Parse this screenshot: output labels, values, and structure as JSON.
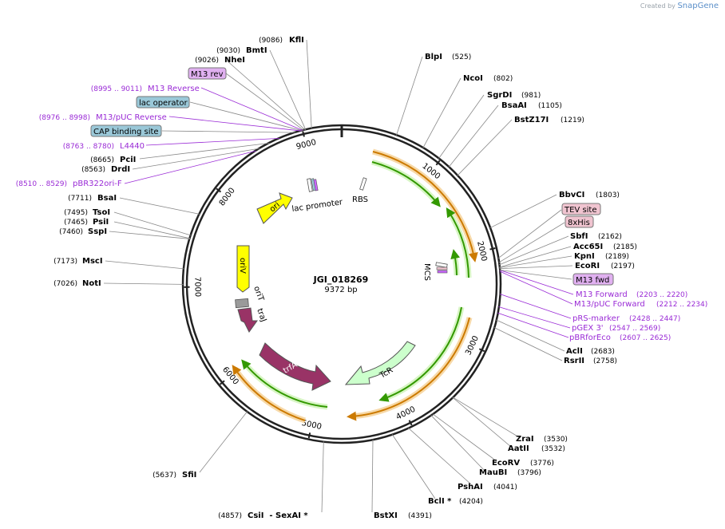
{
  "branding": {
    "created_by": "Created by",
    "app": "SnapGene"
  },
  "plasmid": {
    "name": "JGI_018269",
    "size_label": "9372 bp",
    "length": 9372
  },
  "ruler_ticks": [
    "1000",
    "2000",
    "3000",
    "4000",
    "5000",
    "6000",
    "7000",
    "8000",
    "9000"
  ],
  "enzymes": [
    {
      "name": "KflI",
      "pos": "(9086)"
    },
    {
      "name": "BmtI",
      "pos": "(9030)"
    },
    {
      "name": "NheI",
      "pos": "(9026)"
    },
    {
      "name": "PciI",
      "pos": "(8665)"
    },
    {
      "name": "DrdI",
      "pos": "(8563)"
    },
    {
      "name": "BsaI",
      "pos": "(7711)"
    },
    {
      "name": "TsoI",
      "pos": "(7495)"
    },
    {
      "name": "PsiI",
      "pos": "(7465)"
    },
    {
      "name": "SspI",
      "pos": "(7460)"
    },
    {
      "name": "MscI",
      "pos": "(7173)"
    },
    {
      "name": "NotI",
      "pos": "(7026)"
    },
    {
      "name": "SfiI",
      "pos": "(5637)"
    },
    {
      "name": "CsiI  - SexAI *",
      "pos": "(4857)"
    },
    {
      "name": "BstXI",
      "pos": "(4391)"
    },
    {
      "name": "BclI *",
      "pos": "(4204)"
    },
    {
      "name": "PshAI",
      "pos": "(4041)"
    },
    {
      "name": "MauBI",
      "pos": "(3796)"
    },
    {
      "name": "EcoRV",
      "pos": "(3776)"
    },
    {
      "name": "AatII",
      "pos": "(3532)"
    },
    {
      "name": "ZraI",
      "pos": "(3530)"
    },
    {
      "name": "RsrII",
      "pos": "(2758)"
    },
    {
      "name": "AclI",
      "pos": "(2683)"
    },
    {
      "name": "EcoRI",
      "pos": "(2197)"
    },
    {
      "name": "KpnI",
      "pos": "(2189)"
    },
    {
      "name": "Acc65I",
      "pos": "(2185)"
    },
    {
      "name": "SbfI",
      "pos": "(2162)"
    },
    {
      "name": "BbvCI",
      "pos": "(1803)"
    },
    {
      "name": "BstZ17I",
      "pos": "(1219)"
    },
    {
      "name": "BsaAI",
      "pos": "(1105)"
    },
    {
      "name": "SgrDI",
      "pos": "(981)"
    },
    {
      "name": "NcoI",
      "pos": "(802)"
    },
    {
      "name": "BlpI",
      "pos": "(525)"
    }
  ],
  "primers": [
    {
      "name": "M13 Reverse",
      "pos": "(8995 .. 9011)"
    },
    {
      "name": "M13/pUC Reverse",
      "pos": "(8976 .. 8998)"
    },
    {
      "name": "L4440",
      "pos": "(8763 .. 8780)"
    },
    {
      "name": "pBR322ori-F",
      "pos": "(8510 .. 8529)"
    },
    {
      "name": "M13 Forward",
      "pos": "(2203 .. 2220)"
    },
    {
      "name": "M13/pUC Forward",
      "pos": "(2212 .. 2234)"
    },
    {
      "name": "pRS-marker",
      "pos": "(2428 .. 2447)"
    },
    {
      "name": "pGEX 3'",
      "pos": "(2547 .. 2569)"
    },
    {
      "name": "pBRforEco",
      "pos": "(2607 .. 2625)"
    }
  ],
  "boxed_features": [
    {
      "label": "M13 rev",
      "kind": "primer_bind"
    },
    {
      "label": "lac operator",
      "kind": "protein_bind"
    },
    {
      "label": "CAP binding site",
      "kind": "protein_bind"
    },
    {
      "label": "TEV site",
      "kind": "cleavage"
    },
    {
      "label": "8xHis",
      "kind": "tag"
    },
    {
      "label": "M13 fwd",
      "kind": "primer_bind"
    }
  ],
  "inner_features": [
    {
      "label": "ori",
      "color": "#ffff00"
    },
    {
      "label": "lac promoter",
      "color": "#ffffff"
    },
    {
      "label": "RBS",
      "color": "#ffffff"
    },
    {
      "label": "MCS",
      "color": "#ffffff"
    },
    {
      "label": "oriV",
      "color": "#ffff00"
    },
    {
      "label": "oriT",
      "color": "#9a9a9a"
    },
    {
      "label": "traJ",
      "color": "#993366"
    },
    {
      "label": "trfA",
      "color": "#993366"
    },
    {
      "label": "TcR",
      "color": "#ccffcc"
    }
  ],
  "colors": {
    "backbone": "#222222",
    "primer": "#9a2bd6",
    "orange_arc": "#cc7a00",
    "green_arc": "#339900",
    "box_blue": "#9ac8d8",
    "box_pink": "#f0c4d0",
    "box_violet": "#e0b0f0"
  }
}
